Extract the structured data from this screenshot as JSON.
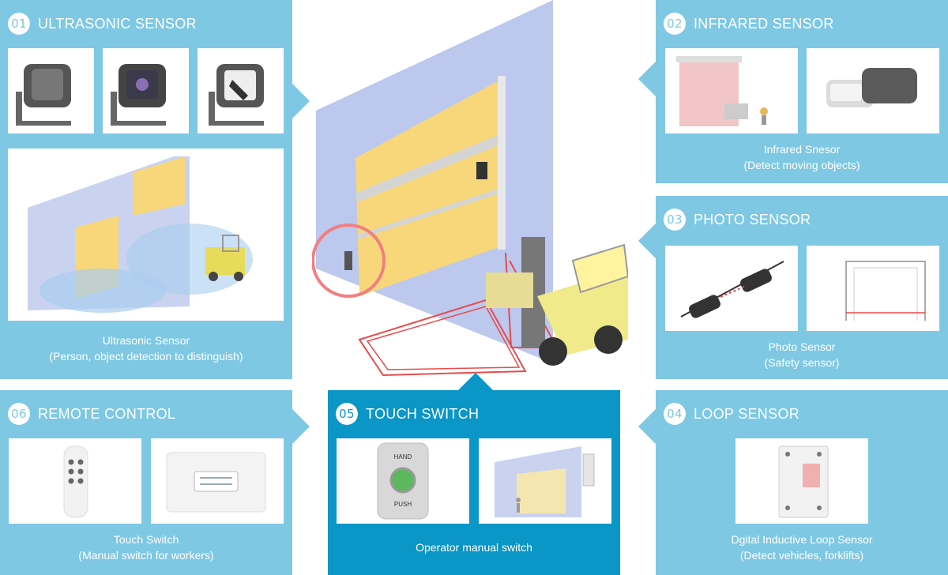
{
  "colors": {
    "panel": "#7ec8e3",
    "panel_active": "#0a96c6",
    "door": "#f5c542",
    "wall": "#aebde8",
    "highlight": "#f08080",
    "loop": "#e84b4b"
  },
  "panels": {
    "ultrasonic": {
      "num": "01",
      "title": "ULTRASONIC SENSOR",
      "caption1": "Ultrasonic Sensor",
      "caption2": "(Person, object detection to distinguish)"
    },
    "infrared": {
      "num": "02",
      "title": "INFRARED SENSOR",
      "caption1": "Infrared Snesor",
      "caption2": "(Detect moving objects)"
    },
    "photo": {
      "num": "03",
      "title": "PHOTO SENSOR",
      "caption1": "Photo Sensor",
      "caption2": "(Safety sensor)"
    },
    "loop": {
      "num": "04",
      "title": "LOOP SENSOR",
      "caption1": "Dgital Inductive Loop Sensor",
      "caption2": "(Detect vehicles, forklifts)"
    },
    "touch": {
      "num": "05",
      "title": "TOUCH SWITCH",
      "caption1": "Operator manual switch"
    },
    "remote": {
      "num": "06",
      "title": "REMOTE CONTROL",
      "caption1": "Touch Switch",
      "caption2": "(Manual switch for workers)"
    }
  },
  "push_button": {
    "top_label": "HAND",
    "bottom_label": "PUSH"
  }
}
